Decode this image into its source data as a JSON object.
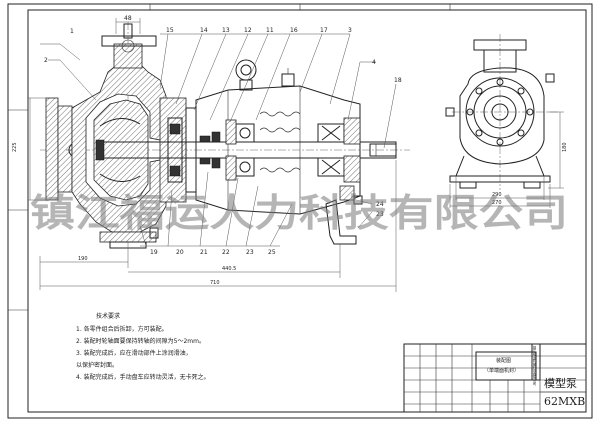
{
  "watermark": "镇江福运人力科技有限公司",
  "dimensions": {
    "top_48": "48",
    "left_225": "225",
    "bottom_190": "190",
    "bottom_4405": "440.5",
    "bottom_710": "710",
    "right_290": "290",
    "right_270": "270",
    "right_180": "180"
  },
  "part_labels_top": [
    "1",
    "15",
    "14",
    "13",
    "12",
    "11",
    "16",
    "17",
    "3"
  ],
  "part_labels_left": [
    "2"
  ],
  "part_labels_right": [
    "4",
    "18",
    "24",
    "23"
  ],
  "part_labels_bottom": [
    "19",
    "20",
    "21",
    "22",
    "23",
    "25"
  ],
  "notes": {
    "title": "技术要求",
    "items": [
      "1. 各零件组合后拆卸，方可装配。",
      "2. 装配时轮轴面要保持转轴的间隙为5～2mm。",
      "3. 装配完成后，应在滑动部件上涂润滑油，",
      "   以保护密封面。",
      "4. 装配完成后，手动盘车应转动灵活，无卡死之。"
    ]
  },
  "title_block": {
    "assembly": "装配图",
    "assembly_sub": "（单端面机封）",
    "name": "模型泵",
    "code": "62MXB",
    "company_vertical": "镇江福运机械科技有限公司"
  }
}
